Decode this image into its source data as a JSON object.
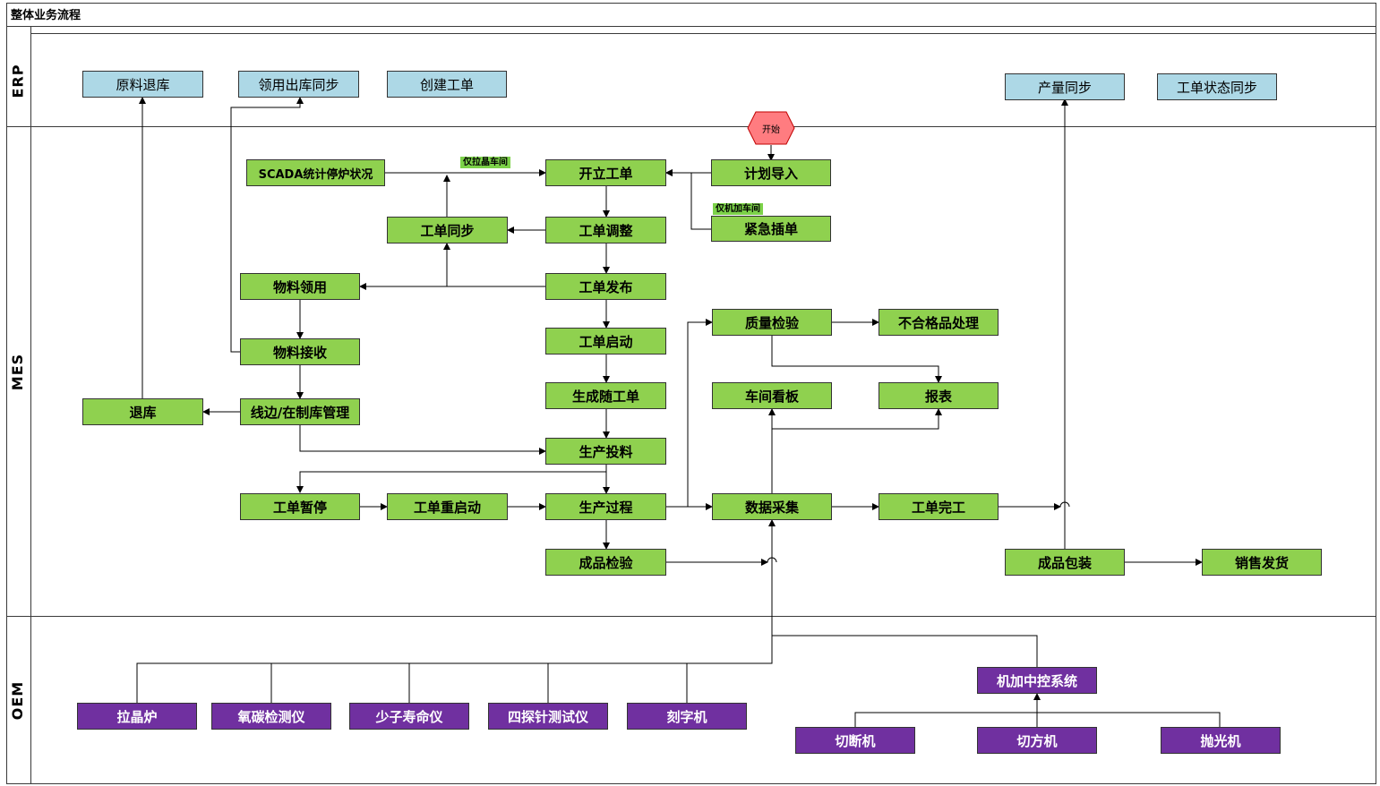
{
  "title": "整体业务流程",
  "lanes": {
    "erp": "ERP",
    "mes": "MES",
    "oem": "OEM"
  },
  "start": "开始",
  "tags": {
    "crystal_only": "仅拉晶车间",
    "machining_only": "仅机加车间"
  },
  "nodes": {
    "erp_raw_return": "原料退库",
    "erp_issue_sync": "领用出库同步",
    "erp_create_wo": "创建工单",
    "erp_output_sync": "产量同步",
    "erp_wo_status_sync": "工单状态同步",
    "scada": "SCADA统计停炉状况",
    "open_wo": "开立工单",
    "plan_import": "计划导入",
    "urgent_insert": "紧急插单",
    "wo_sync": "工单同步",
    "wo_adjust": "工单调整",
    "material_issue": "物料领用",
    "wo_release": "工单发布",
    "quality_check": "质量检验",
    "nonconforming": "不合格品处理",
    "material_receive": "物料接收",
    "wo_start": "工单启动",
    "return_stock": "退库",
    "line_wip": "线边/在制库管理",
    "gen_traveler": "生成随工单",
    "shop_board": "车间看板",
    "report": "报表",
    "prod_feed": "生产投料",
    "wo_pause": "工单暂停",
    "wo_restart": "工单重启动",
    "prod_process": "生产过程",
    "data_collect": "数据采集",
    "wo_complete": "工单完工",
    "final_inspect": "成品检验",
    "packaging": "成品包装",
    "sales_ship": "销售发货",
    "machining_ctrl": "机加中控系统",
    "crystal_furnace": "拉晶炉",
    "oc_tester": "氧碳检测仪",
    "lifetime_tester": "少子寿命仪",
    "four_probe": "四探针测试仪",
    "marker": "刻字机",
    "cutter": "切断机",
    "squarer": "切方机",
    "polisher": "抛光机"
  },
  "colors": {
    "erp_node": "#add8e6",
    "mes_node": "#8fd14f",
    "oem_node": "#7030a0",
    "start_node": "#ff7c80"
  }
}
